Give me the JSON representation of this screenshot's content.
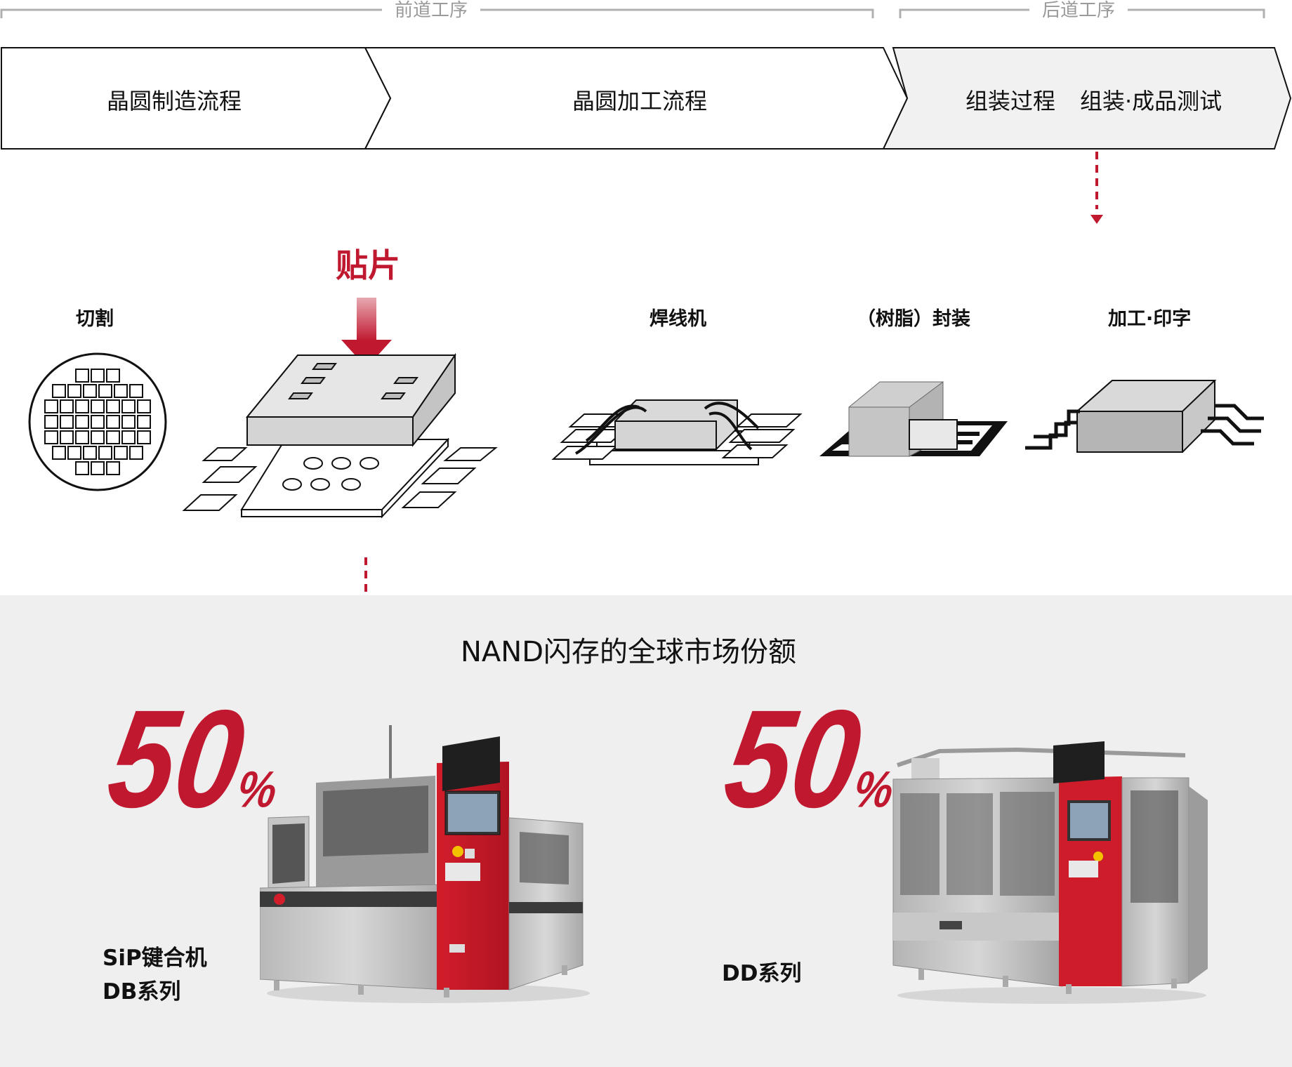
{
  "stages": {
    "front": "前道工序",
    "back": "后道工序"
  },
  "flow": {
    "step1": "晶圆制造流程",
    "step2": "晶圆加工流程",
    "step3": "组装过程",
    "step4": "组装·成品测试"
  },
  "process": {
    "highlight": "贴片",
    "dicing": "切割",
    "wire_bonding": "焊线机",
    "molding": "（树脂）封装",
    "marking": "加工·印字"
  },
  "market": {
    "title": "NAND闪存的全球市场份额",
    "left": {
      "value": "50",
      "unit": "%",
      "line1": "SiP键合机",
      "line2": "DB系列"
    },
    "right": {
      "value": "50",
      "unit": "%",
      "line1": "DD系列"
    }
  },
  "colors": {
    "accent_red": "#c0182f",
    "panel_gray": "#efefef",
    "stage_gray": "#9a9a9a"
  },
  "icons": [
    "down-arrow-icon",
    "dashed-arrow-icon",
    "wafer-icon",
    "die-attach-icon",
    "wire-bond-icon",
    "mold-icon",
    "marking-icon",
    "bonder-machine-image",
    "dicer-machine-image"
  ]
}
